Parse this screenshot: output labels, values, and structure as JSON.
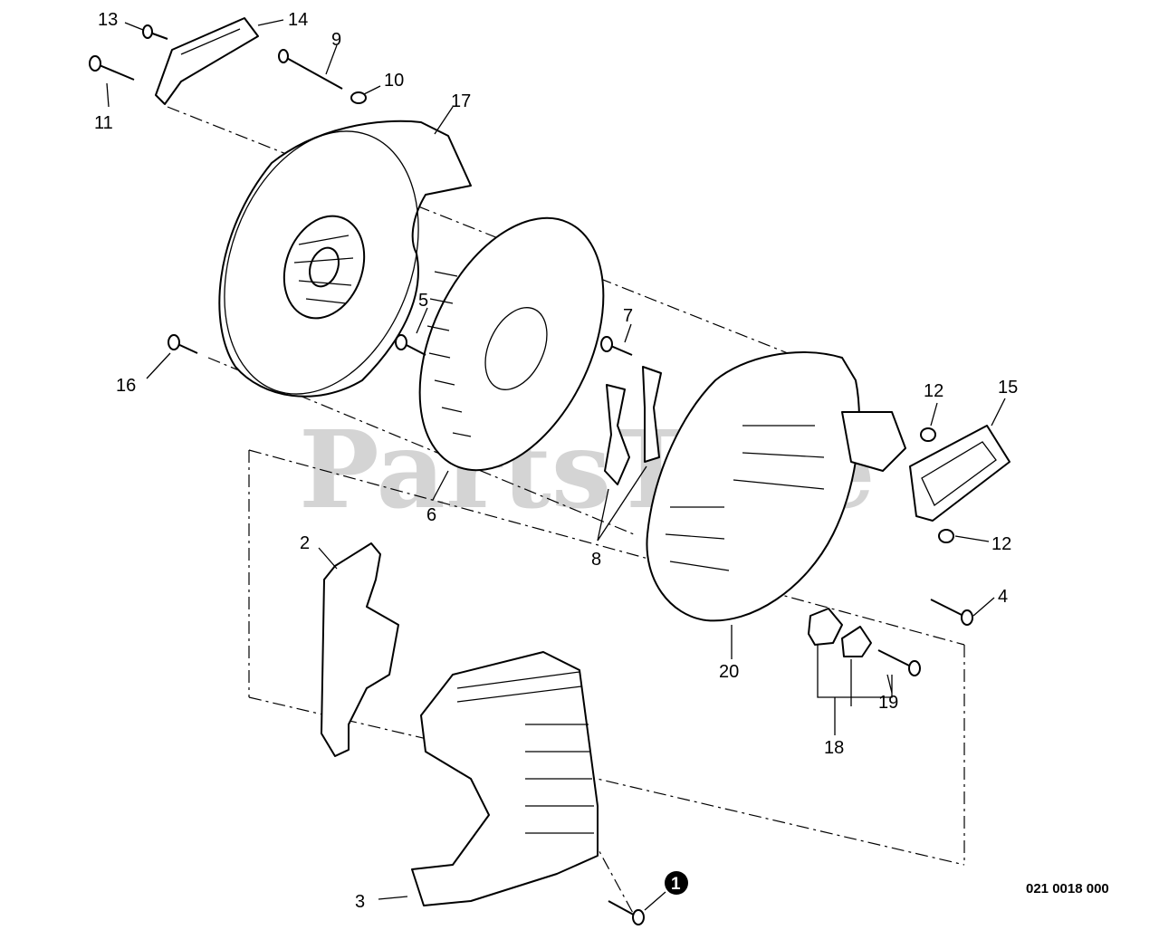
{
  "watermark": "PartsTree",
  "drawing_code": "021 0018 000",
  "callouts": {
    "c1": "1",
    "c2": "2",
    "c3": "3",
    "c4": "4",
    "c5": "5",
    "c6": "6",
    "c7": "7",
    "c8": "8",
    "c9": "9",
    "c10": "10",
    "c11": "11",
    "c12a": "12",
    "c12b": "12",
    "c13": "13",
    "c14": "14",
    "c15": "15",
    "c16": "16",
    "c17": "17",
    "c18": "18",
    "c19": "19",
    "c20": "20"
  }
}
